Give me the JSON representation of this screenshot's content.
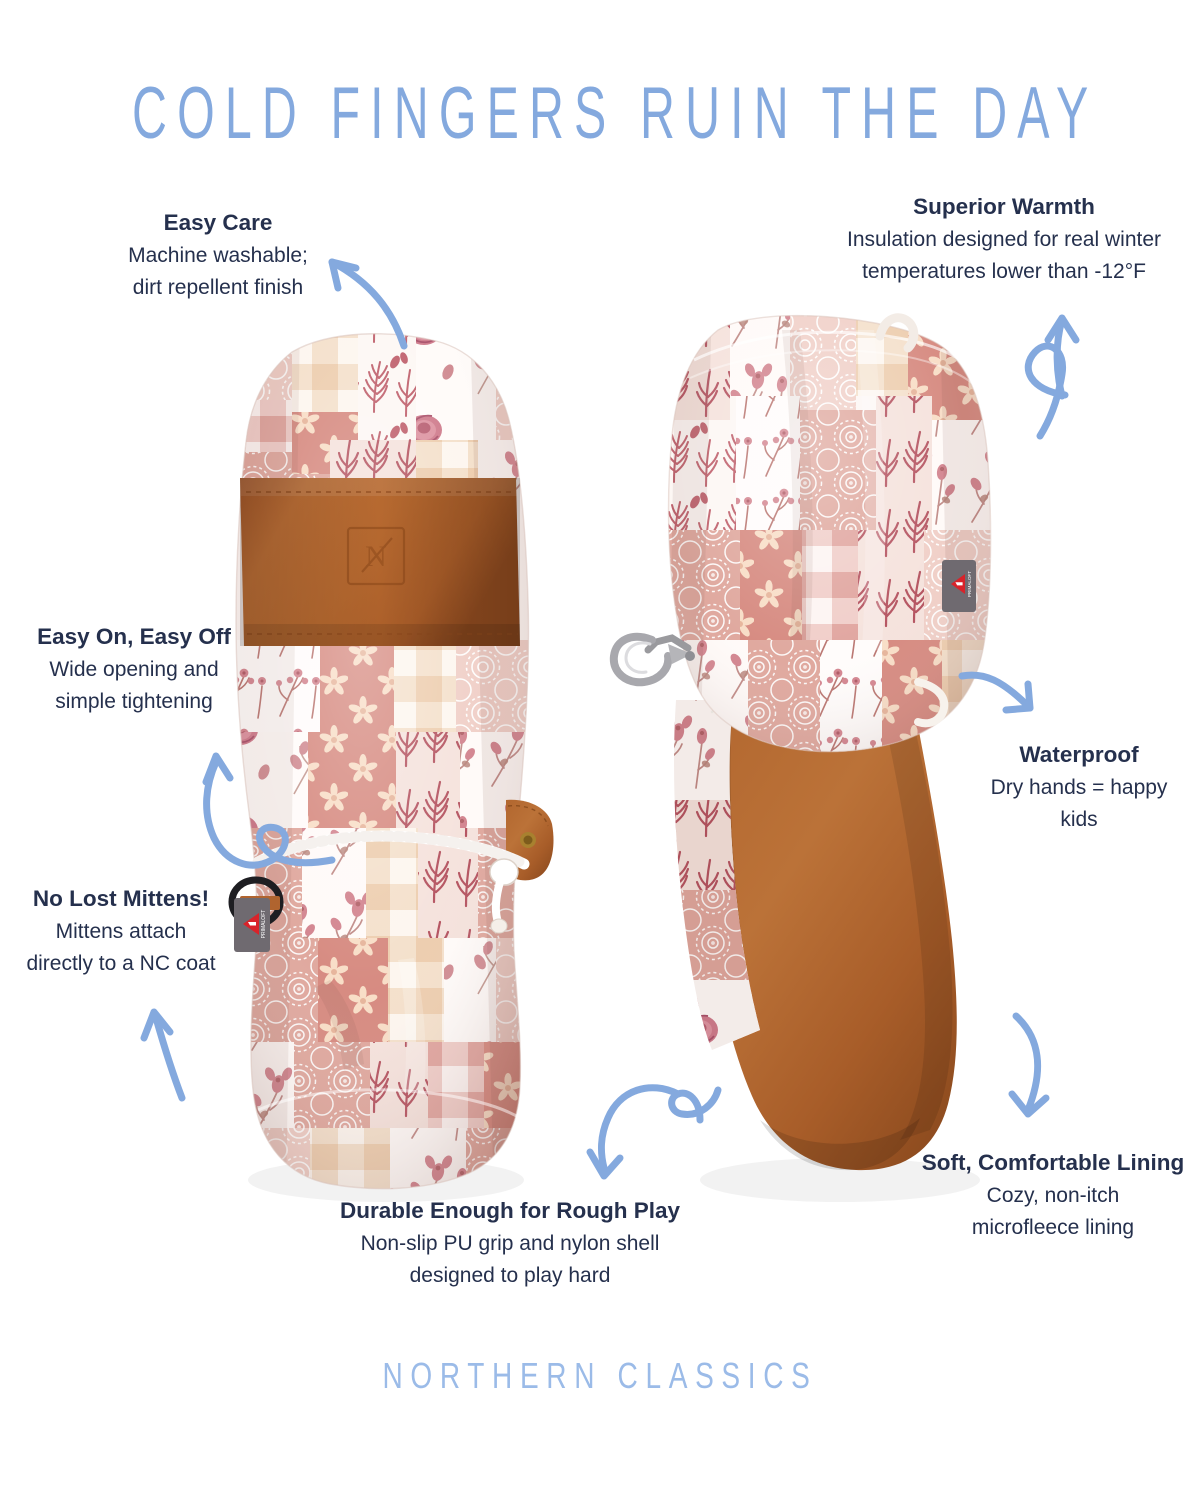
{
  "page": {
    "headline": "COLD FINGERS RUIN THE DAY",
    "brand_footer": "NORTHERN CLASSICS",
    "background_color": "#ffffff",
    "accent_blue": "#84a9de",
    "text_color": "#25304d",
    "leather_color": "#b0642f",
    "floral_rose": "#c86f78",
    "floral_dusty": "#d89b91"
  },
  "callouts": [
    {
      "id": "easy-care",
      "title": "Easy Care",
      "body_lines": [
        "Machine washable;",
        "dirt repellent finish"
      ],
      "align": "center"
    },
    {
      "id": "superior-warmth",
      "title": "Superior Warmth",
      "body_lines": [
        "Insulation designed for real winter",
        "temperatures lower than -12°F"
      ],
      "align": "center"
    },
    {
      "id": "easy-on-easy-off",
      "title": "Easy On, Easy Off",
      "body_lines": [
        "Wide opening and",
        "simple tightening"
      ],
      "align": "center"
    },
    {
      "id": "no-lost-mittens",
      "title": "No Lost Mittens!",
      "body_lines": [
        "Mittens attach",
        "directly to a NC coat"
      ],
      "align": "center"
    },
    {
      "id": "waterproof",
      "title": "Waterproof",
      "body_lines": [
        "Dry hands = happy",
        "kids"
      ],
      "align": "center"
    },
    {
      "id": "durable-rough-play",
      "title": "Durable Enough for Rough Play",
      "body_lines": [
        "Non-slip PU grip and nylon shell",
        "designed to play hard"
      ],
      "align": "center"
    },
    {
      "id": "soft-comfortable-lining",
      "title": "Soft, Comfortable Lining",
      "body_lines": [
        "Cozy, non-itch",
        "microfleece lining"
      ],
      "align": "center"
    }
  ],
  "product": {
    "left_mitten_label": "mitten-front-view",
    "right_mitten_label": "mitten-back-view",
    "hardware": {
      "drawcord": "white-drawcord-with-toggle",
      "d_ring": "black-d-ring",
      "clip": "metal-swivel-clip",
      "insulation_tag": "PrimaLoft",
      "leather_emboss": "N"
    }
  }
}
